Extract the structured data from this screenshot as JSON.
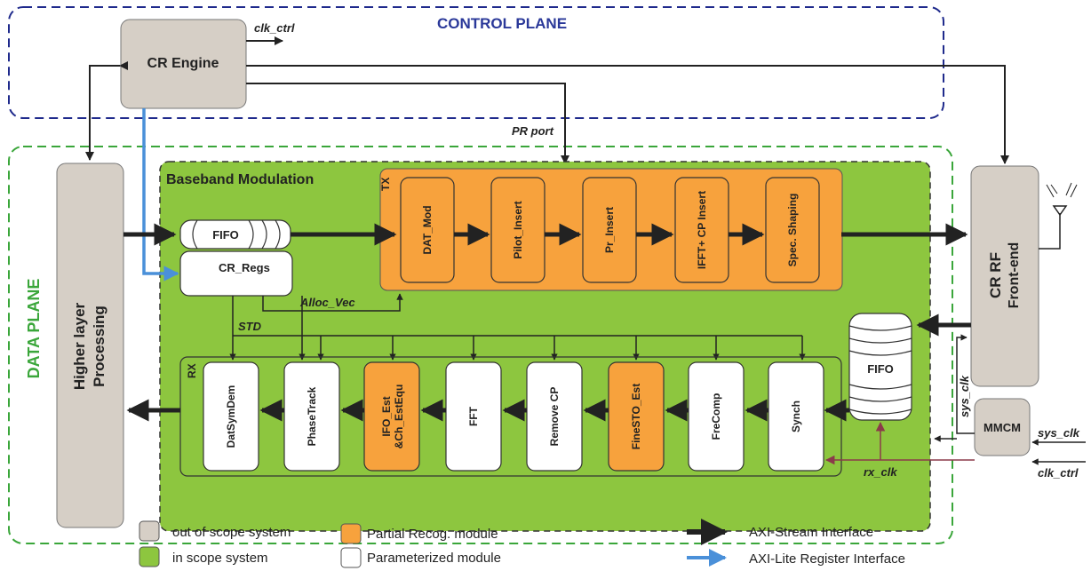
{
  "planes": {
    "control": "CONTROL PLANE",
    "data": "DATA PLANE"
  },
  "blocks": {
    "cr_engine": "CR Engine",
    "higher_layer_1": "Higher layer",
    "higher_layer_2": "Processing",
    "cr_rf_1": "CR RF",
    "cr_rf_2": "Front-end",
    "mmcm": "MMCM",
    "baseband": "Baseband Modulation",
    "fifo_tx": "FIFO",
    "fifo_rx": "FIFO",
    "cr_regs": "CR_Regs",
    "tx_label": "TX",
    "rx_label": "RX"
  },
  "tx_modules": [
    "DAT_Mod",
    "Pilot_Insert",
    "Pr_Insert",
    "IFFT+ CP Insert",
    "Spec. Shaping"
  ],
  "rx_modules": [
    {
      "label": "DatSymDem"
    },
    {
      "label": "PhaseTrack"
    },
    {
      "label1": "IFO_Est",
      "label2": "&Ch_EstEqu"
    },
    {
      "label": "FFT"
    },
    {
      "label": "Remove CP"
    },
    {
      "label": "FineSTO_Est"
    },
    {
      "label": "FreComp"
    },
    {
      "label": "Synch"
    }
  ],
  "signals": {
    "clk_ctrl_top": "clk_ctrl",
    "pr_port": "PR port",
    "alloc_vec": "Alloc_Vec",
    "std": "STD",
    "sys_clk_v": "sys_clk",
    "rx_clk": "rx_clk",
    "sys_clk_in": "sys_clk",
    "clk_ctrl_in": "clk_ctrl"
  },
  "legend": {
    "out_of_scope": "out of scope system",
    "in_scope": "in scope system",
    "partial": "Partial Recog. module",
    "param": "Parameterized module",
    "axi_stream": "AXI-Stream Interface",
    "axi_lite": "AXI-Lite Register Interface"
  },
  "colors": {
    "gray_block": "#d6cfc6",
    "green": "#8dc63f",
    "orange": "#f7a23d",
    "control_border": "#1f2a8c",
    "data_border": "#3aa63a",
    "axi_lite": "#4a90d9",
    "clock": "#8b3a4a"
  }
}
